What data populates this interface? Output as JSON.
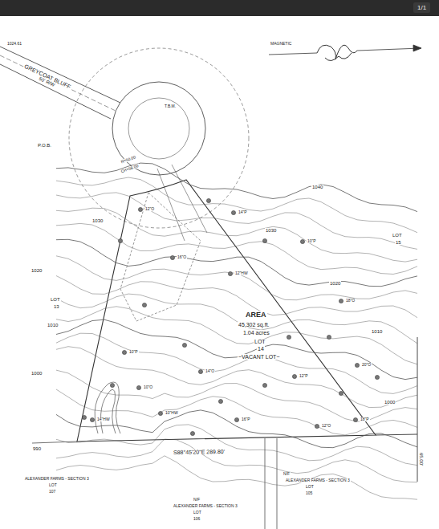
{
  "diagram": {
    "nodes": [
      {
        "text": [
          "1/1"
        ]
      }
    ],
    "labels": [
      "MAGNETIC",
      "GREYCOAT BLUFF",
      "50' R/W",
      "P.O.B.",
      "T.B.M.",
      "R=50.00",
      "CH=58.00",
      "AREA",
      "45,302 sq.ft.",
      "1.04 acres",
      "LOT",
      "14",
      "~VACANT LOT~",
      "LOT",
      "15",
      "LOT",
      "13",
      "1040",
      "1030",
      "1030",
      "1020",
      "1020",
      "1010",
      "1010",
      "1000",
      "1000",
      "990",
      "S88°45'20\"E 289.80'",
      "65.00'",
      "ALEXANDER FARMS - SECTION 3",
      "LOT",
      "107",
      "N/F",
      "ALEXANDER FARMS - SECTION 3",
      "LOT",
      "105",
      "N/F",
      "ALEXANDER FARMS - SECTION 3",
      "LOT",
      "106",
      "1024.61",
      "12\"O",
      "14\"P",
      "10\"P",
      "16\"O",
      "12\"HW",
      "18\"O",
      "10\"P",
      "14\"O",
      "12\"P",
      "20\"O",
      "10\"HW",
      "16\"P",
      "12\"O",
      "14\"HW",
      "18\"P",
      "10\"O"
    ]
  }
}
